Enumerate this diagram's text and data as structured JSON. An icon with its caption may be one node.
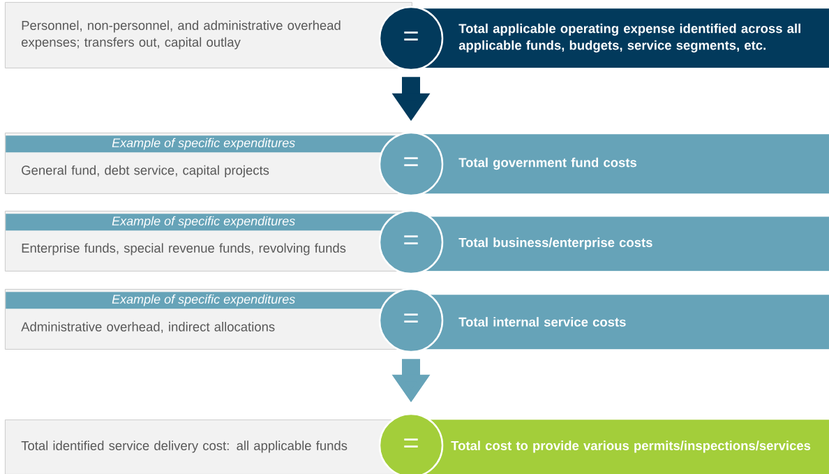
{
  "diagram": {
    "nodes": [
      {
        "text": [
          "Personnel, non-personnel, and administrative overhead expenses; transfers out, capital outlay"
        ]
      },
      {
        "text": [
          "="
        ]
      },
      {
        "text": [
          "Total applicable operating expense identified across all applicable funds, budgets, service segments, etc."
        ]
      },
      {
        "text": [
          "General fund, debt service, capital projects"
        ]
      },
      {
        "text": [
          "Example of specific expenditures"
        ],
        "in": 3
      },
      {
        "text": [
          "="
        ]
      },
      {
        "text": [
          "Total government fund costs"
        ]
      },
      {
        "text": [
          "Enterprise funds, special revenue funds, revolving funds"
        ]
      },
      {
        "text": [
          "Example of specific expenditures"
        ],
        "in": 7
      },
      {
        "text": [
          "="
        ]
      },
      {
        "text": [
          "Total business/enterprise costs"
        ]
      },
      {
        "text": [
          "Administrative overhead, indirect allocations"
        ]
      },
      {
        "text": [
          "Example of specific expenditures"
        ],
        "in": 11
      },
      {
        "text": [
          "="
        ]
      },
      {
        "text": [
          "Total internal service costs"
        ]
      },
      {
        "text": [
          "Total identified service delivery cost: all applicable funds"
        ]
      },
      {
        "text": [
          "="
        ]
      },
      {
        "text": [
          "Total cost to provide various permits/inspections/services"
        ]
      }
    ],
    "edges": [
      {
        "from": 1,
        "to": 5,
        "arrow": "to",
        "color": "#023a5c"
      },
      {
        "from": 13,
        "to": 16,
        "arrow": "to",
        "color": "#66a3b8"
      }
    ]
  }
}
